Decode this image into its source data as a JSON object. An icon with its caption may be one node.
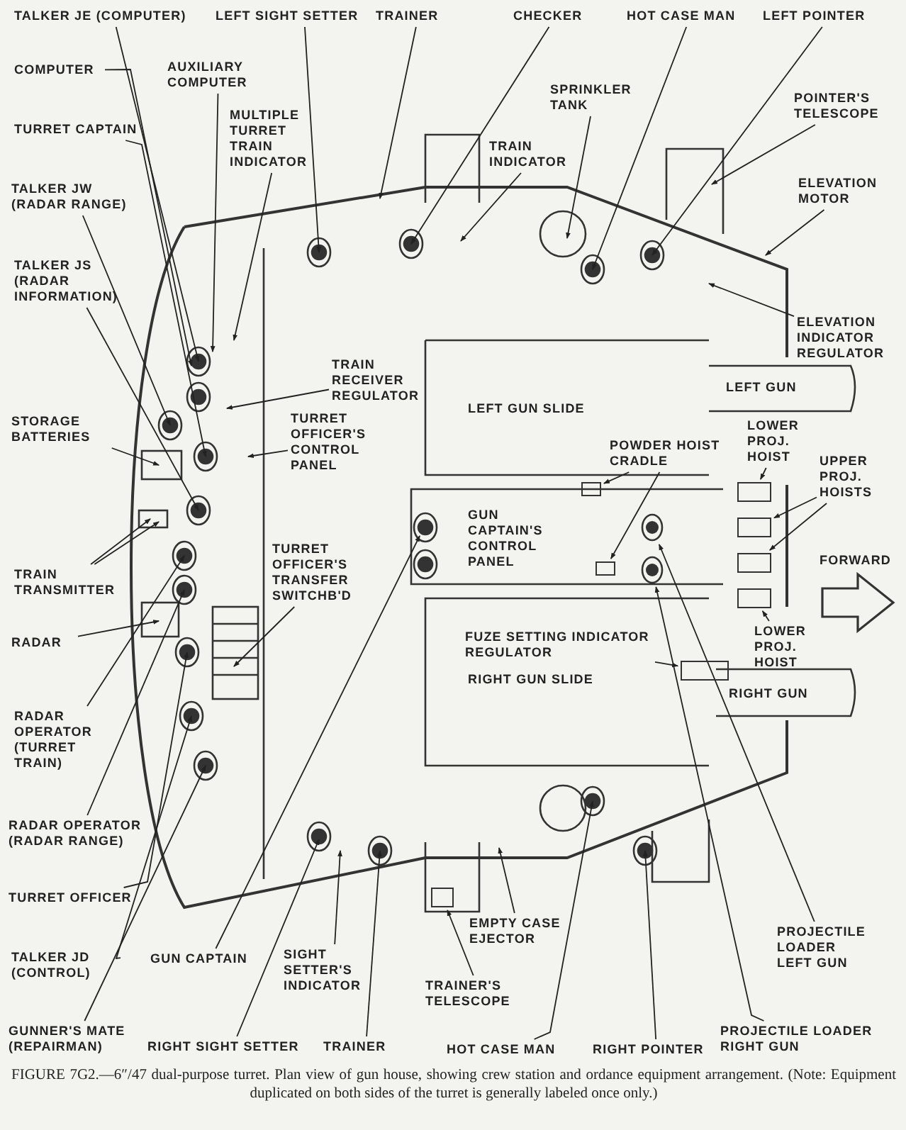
{
  "diagram": {
    "caption": "FIGURE 7G2.—6″/47 dual-purpose turret. Plan view of gun house, showing crew station and ordance equipment arrangement. (Note: Equipment duplicated on both sides of the turret is generally labeled once only.)",
    "nodes": [
      {
        "text": [
          "TALKER JE (COMPUTER)"
        ]
      },
      {
        "text": [
          "LEFT SIGHT SETTER"
        ]
      },
      {
        "text": [
          "TRAINER"
        ]
      },
      {
        "text": [
          "CHECKER"
        ]
      },
      {
        "text": [
          "HOT CASE MAN"
        ]
      },
      {
        "text": [
          "LEFT POINTER"
        ]
      },
      {
        "text": [
          "COMPUTER"
        ]
      },
      {
        "text": [
          "AUXILIARY COMPUTER"
        ]
      },
      {
        "text": [
          "MULTIPLE TURRET TRAIN INDICATOR"
        ]
      },
      {
        "text": [
          "TURRET CAPTAIN"
        ]
      },
      {
        "text": [
          "TALKER JW (RADAR RANGE)"
        ]
      },
      {
        "text": [
          "TALKER JS (RADAR INFORMATION)"
        ]
      },
      {
        "text": [
          "SPRINKLER TANK"
        ]
      },
      {
        "text": [
          "POINTER'S TELESCOPE"
        ]
      },
      {
        "text": [
          "TRAIN INDICATOR"
        ]
      },
      {
        "text": [
          "ELEVATION MOTOR"
        ]
      },
      {
        "text": [
          "ELEVATION INDICATOR REGULATOR"
        ]
      },
      {
        "text": [
          "TRAIN RECEIVER REGULATOR"
        ]
      },
      {
        "text": [
          "TURRET OFFICER'S CONTROL PANEL"
        ]
      },
      {
        "text": [
          "STORAGE BATTERIES"
        ]
      },
      {
        "text": [
          "POWDER HOIST CRADLE"
        ]
      },
      {
        "text": [
          "LOWER PROJ. HOIST"
        ]
      },
      {
        "text": [
          "UPPER PROJ. HOISTS"
        ]
      },
      {
        "text": [
          "TURRET OFFICER'S TRANSFER SWITCHB'D"
        ]
      },
      {
        "text": [
          "TRAIN TRANSMITTER"
        ]
      },
      {
        "text": [
          "RADAR"
        ]
      },
      {
        "text": [
          "FUZE SETTING INDICATOR REGULATOR"
        ]
      },
      {
        "text": [
          "LOWER PROJ. HOIST"
        ]
      },
      {
        "text": [
          "RADAR OPERATOR (TURRET TRAIN)"
        ]
      },
      {
        "text": [
          "RADAR OPERATOR (RADAR RANGE)"
        ]
      },
      {
        "text": [
          "TURRET OFFICER"
        ]
      },
      {
        "text": [
          "TALKER JD (CONTROL)"
        ]
      },
      {
        "text": [
          "GUN CAPTAIN"
        ]
      },
      {
        "text": [
          "SIGHT SETTER'S INDICATOR"
        ]
      },
      {
        "text": [
          "EMPTY CASE EJECTOR"
        ]
      },
      {
        "text": [
          "TRAINER'S TELESCOPE"
        ]
      },
      {
        "text": [
          "PROJECTILE LOADER LEFT GUN"
        ]
      },
      {
        "text": [
          "GUNNER'S MATE (REPAIRMAN)"
        ]
      },
      {
        "text": [
          "RIGHT SIGHT SETTER"
        ]
      },
      {
        "text": [
          "TRAINER"
        ]
      },
      {
        "text": [
          "HOT CASE MAN"
        ]
      },
      {
        "text": [
          "RIGHT POINTER"
        ]
      },
      {
        "text": [
          "PROJECTILE LOADER RIGHT GUN"
        ]
      },
      {
        "text": [],
        "shape": "box"
      },
      {
        "text": [],
        "shape": "box"
      },
      {
        "text": [],
        "shape": "box"
      },
      {
        "text": [],
        "shape": "box"
      },
      {
        "text": [],
        "shape": "box"
      },
      {
        "text": [],
        "shape": "box"
      },
      {
        "text": [],
        "shape": "box"
      },
      {
        "text": [],
        "shape": "person"
      },
      {
        "text": [],
        "shape": "person"
      },
      {
        "text": [],
        "shape": "box"
      }
    ],
    "edges": [
      {
        "from": 0,
        "to": null,
        "arrow": "to"
      },
      {
        "from": 1,
        "to": null,
        "arrow": "to"
      },
      {
        "from": 2,
        "to": null,
        "arrow": "to"
      },
      {
        "from": 3,
        "to": null,
        "arrow": "to"
      },
      {
        "from": 4,
        "to": null,
        "arrow": "to"
      },
      {
        "from": 5,
        "to": null,
        "arrow": "to"
      },
      {
        "from": 6,
        "to": null,
        "arrow": "to"
      },
      {
        "from": 7,
        "to": null,
        "arrow": "to"
      },
      {
        "from": 8,
        "to": null,
        "arrow": "to"
      },
      {
        "from": 9,
        "to": null,
        "arrow": "to"
      },
      {
        "from": 10,
        "to": null,
        "arrow": "to"
      },
      {
        "from": 11,
        "to": null,
        "arrow": "to"
      },
      {
        "from": 12,
        "to": null,
        "arrow": "to"
      },
      {
        "from": 13,
        "to": null,
        "arrow": "to"
      },
      {
        "from": 14,
        "to": null,
        "arrow": "to"
      },
      {
        "from": 15,
        "to": null,
        "arrow": "to"
      },
      {
        "from": 16,
        "to": null,
        "arrow": "to"
      },
      {
        "from": 17,
        "to": null,
        "arrow": "to"
      },
      {
        "from": 18,
        "to": null,
        "arrow": "to"
      },
      {
        "from": 19,
        "to": null,
        "arrow": "to"
      },
      {
        "from": 20,
        "to": 43,
        "arrow": "to"
      },
      {
        "from": 20,
        "to": 44,
        "arrow": "to"
      },
      {
        "from": 21,
        "to": 45,
        "arrow": "to"
      },
      {
        "from": 22,
        "to": 46,
        "arrow": "to"
      },
      {
        "from": 22,
        "to": 47,
        "arrow": "to"
      },
      {
        "from": 23,
        "to": null,
        "arrow": "to"
      },
      {
        "from": 24,
        "to": null,
        "arrow": "to"
      },
      {
        "from": 24,
        "to": null,
        "arrow": "to"
      },
      {
        "from": 25,
        "to": null,
        "arrow": "to"
      },
      {
        "from": 26,
        "to": 48,
        "arrow": "to"
      },
      {
        "from": 27,
        "to": 49,
        "arrow": "to"
      },
      {
        "from": 28,
        "to": null,
        "arrow": "to"
      },
      {
        "from": 29,
        "to": null,
        "arrow": "to"
      },
      {
        "from": 30,
        "to": null,
        "arrow": "to"
      },
      {
        "from": 31,
        "to": null,
        "arrow": "to"
      },
      {
        "from": 32,
        "to": null,
        "arrow": "to"
      },
      {
        "from": 33,
        "to": null,
        "arrow": "to"
      },
      {
        "from": 34,
        "to": null,
        "arrow": "to"
      },
      {
        "from": 35,
        "to": 52,
        "arrow": "to"
      },
      {
        "from": 36,
        "to": 50,
        "arrow": "to"
      },
      {
        "from": 37,
        "to": null,
        "arrow": "to"
      },
      {
        "from": 38,
        "to": null,
        "arrow": "to"
      },
      {
        "from": 39,
        "to": null,
        "arrow": "to"
      },
      {
        "from": 40,
        "to": null,
        "arrow": "to"
      },
      {
        "from": 41,
        "to": null,
        "arrow": "to"
      },
      {
        "from": 42,
        "to": 51,
        "arrow": "to"
      }
    ],
    "labels": [
      "LEFT GUN",
      "LEFT GUN SLIDE",
      "GUN CAPTAIN'S CONTROL PANEL",
      "FORWARD",
      "RIGHT GUN SLIDE",
      "RIGHT GUN"
    ]
  }
}
